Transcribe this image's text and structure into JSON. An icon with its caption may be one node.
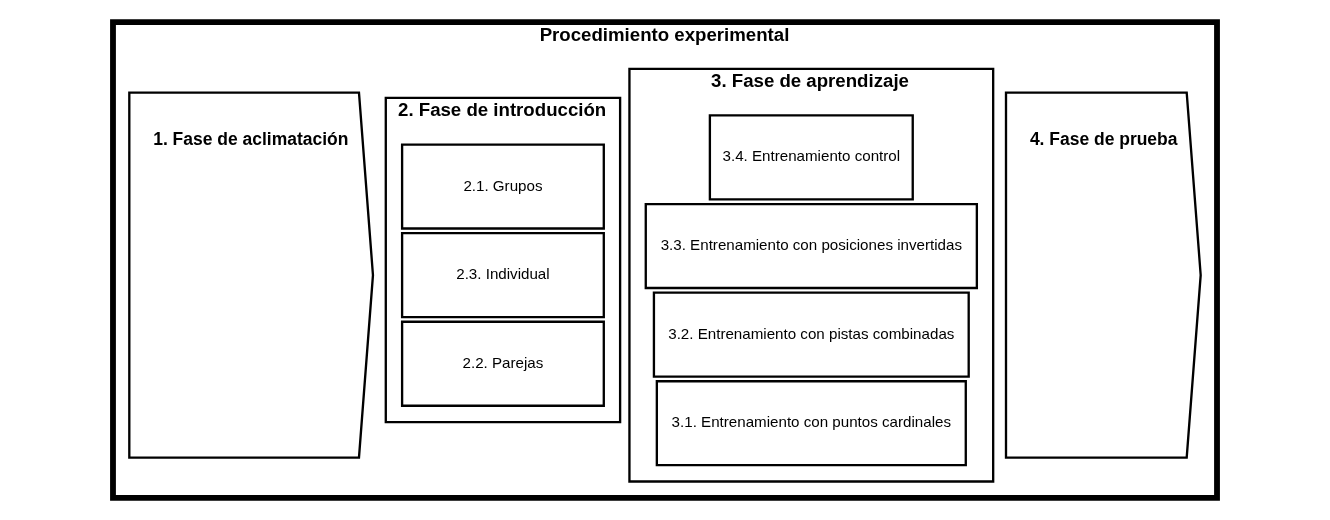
{
  "diagram": {
    "nodes": [
      {
        "text": [
          "Procedimiento experimental"
        ]
      },
      {
        "text": [
          "1. Fase de aclimatación"
        ],
        "in": 0
      },
      {
        "text": [
          "2. Fase de introducción"
        ],
        "in": 0
      },
      {
        "text": [
          "2.1. Grupos"
        ],
        "in": 2
      },
      {
        "text": [
          "2.2. Parejas"
        ],
        "in": 2
      },
      {
        "text": [
          "2.3. Individual"
        ],
        "in": 2
      },
      {
        "text": [
          "3. Fase de aprendizaje"
        ],
        "in": 0
      },
      {
        "text": [
          "3.1. Entrenamiento con puntos cardinales"
        ],
        "in": 6
      },
      {
        "text": [
          "3.2. Entrenamiento con pistas combinadas"
        ],
        "in": 6
      },
      {
        "text": [
          "3.3. Entrenamiento con posiciones invertidas"
        ],
        "in": 6
      },
      {
        "text": [
          "3.4. Entrenamiento control"
        ],
        "in": 6
      },
      {
        "text": [
          "4. Fase de prueba"
        ],
        "in": 0
      }
    ],
    "edges": []
  }
}
